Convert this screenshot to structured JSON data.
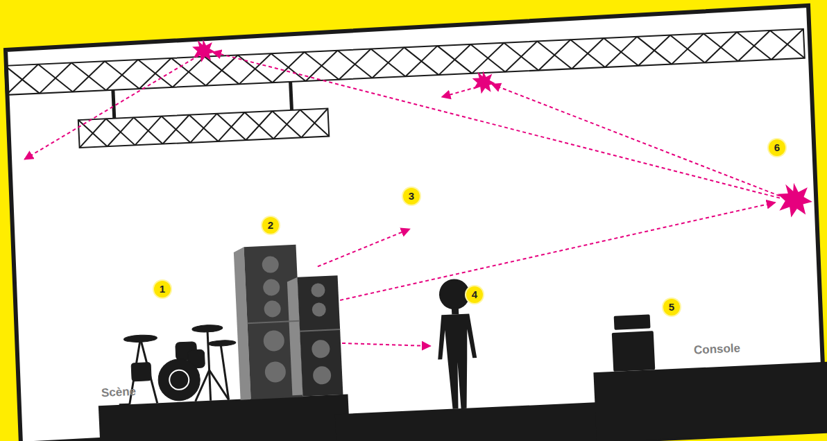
{
  "diagram": {
    "labels": [
      "1",
      "2",
      "3",
      "4",
      "5",
      "6",
      "Scène",
      "Console"
    ]
  }
}
